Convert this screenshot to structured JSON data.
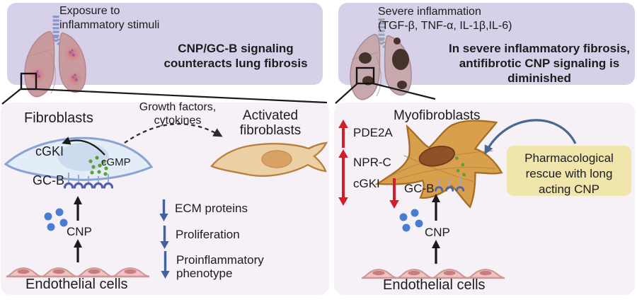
{
  "palette": {
    "top_panel_bg": "#d6d0e8",
    "bottom_panel_bg": "#f6f1f7",
    "note_bg": "#f0e6ac",
    "regulation_arrow_red": "#d01f2a",
    "effect_arrow_blue": "#40629f",
    "cnp_dot_blue": "#4a7cd2",
    "cgmp_dot_green": "#58a331",
    "receptor_blue": "#5062a8",
    "rescue_arrow_blue": "#47688f"
  },
  "top_left_panel": {
    "stimulus_lines": [
      "Exposure to",
      "inflammatory stimuli"
    ],
    "headline_lines": [
      "CNP/GC-B signaling",
      "counteracts lung fibrosis"
    ]
  },
  "top_right_panel": {
    "stimulus_lines": [
      "Severe inflammation",
      "(TGF-β, TNF-α, IL-1β,IL-6)"
    ],
    "headline_lines": [
      "In severe inflammatory fibrosis,",
      "antifibrotic CNP signaling is",
      "diminished"
    ]
  },
  "bottom_left_panel": {
    "cell_label": "Fibroblasts",
    "kinase_label": "cGKI",
    "messenger_label": "cGMP",
    "receptor_label": "GC-B",
    "transition_label_lines": [
      "Growth factors,",
      "cytokines"
    ],
    "activated_cell_label_lines": [
      "Activated",
      "fibroblasts"
    ],
    "ligand_label": "CNP",
    "endothelium_label": "Endothelial cells",
    "effects": [
      {
        "label": "ECM proteins",
        "direction": "down"
      },
      {
        "label": "Proliferation",
        "direction": "down"
      },
      {
        "label": "Proinflammatory phenotype",
        "direction": "down"
      }
    ]
  },
  "bottom_right_panel": {
    "cell_label": "Myofibroblasts",
    "regulations": [
      {
        "label": "PDE2A",
        "direction": "up"
      },
      {
        "label": "NPR-C",
        "direction": "up"
      },
      {
        "label": "cGKI",
        "direction": "down"
      },
      {
        "label": "GC-B",
        "direction": "down"
      }
    ],
    "ligand_label": "CNP",
    "endothelium_label": "Endothelial cells",
    "rescue_note": "Pharmacological rescue with long acting CNP"
  }
}
